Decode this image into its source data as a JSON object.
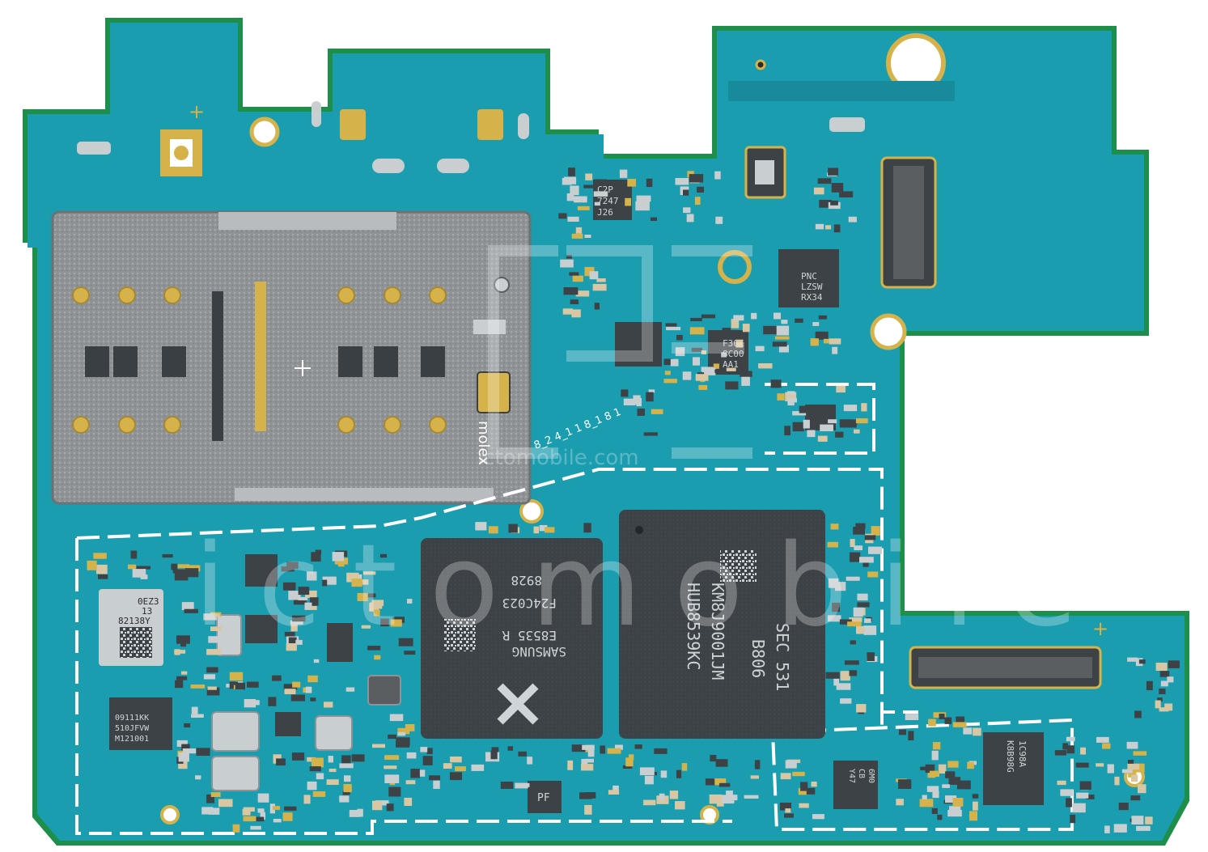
{
  "colors": {
    "board": "#1b9db0",
    "board_dark": "#178a9b",
    "board_edge": "#1e8f4a",
    "shield_metal": "#8f9396",
    "chip_body": "#3d4246",
    "gold": "#d6b24a",
    "silk": "#ffffff"
  },
  "sim_tray": {
    "brand": "molex",
    "sim_pins_label": "8_2 4_1 1 8_1 8 1"
  },
  "chips": {
    "memory": {
      "lines": [
        "SEC 531",
        "B806",
        "KM8J9001JM",
        "HUB8539KC"
      ]
    },
    "processor": {
      "lines": [
        "SAMSUNG",
        "E8535 R",
        "F24C023",
        "8928"
      ]
    },
    "c2p": {
      "lines": [
        "C2P",
        "7247",
        "J26"
      ]
    },
    "pnc": {
      "lines": [
        "PNC",
        "LZSW",
        "RX34"
      ]
    },
    "f30e": {
      "lines": [
        "F30E",
        "8C00",
        "AA1"
      ]
    },
    "oez3": {
      "lines": [
        "0EZ3",
        "13",
        "82138Y"
      ]
    },
    "m121": {
      "lines": [
        "09111KK",
        "510JFVW",
        "M121001"
      ]
    },
    "pf": {
      "lines": [
        "PF"
      ]
    },
    "y47": {
      "lines": [
        "Y47",
        "CB",
        "6M0"
      ]
    },
    "k8b": {
      "lines": [
        "K8B98G",
        "1C98A"
      ]
    }
  },
  "watermark": {
    "url": "ictomobile.com",
    "brand": "ictomobile"
  },
  "silkscreen": {
    "plus_mark": "+"
  }
}
